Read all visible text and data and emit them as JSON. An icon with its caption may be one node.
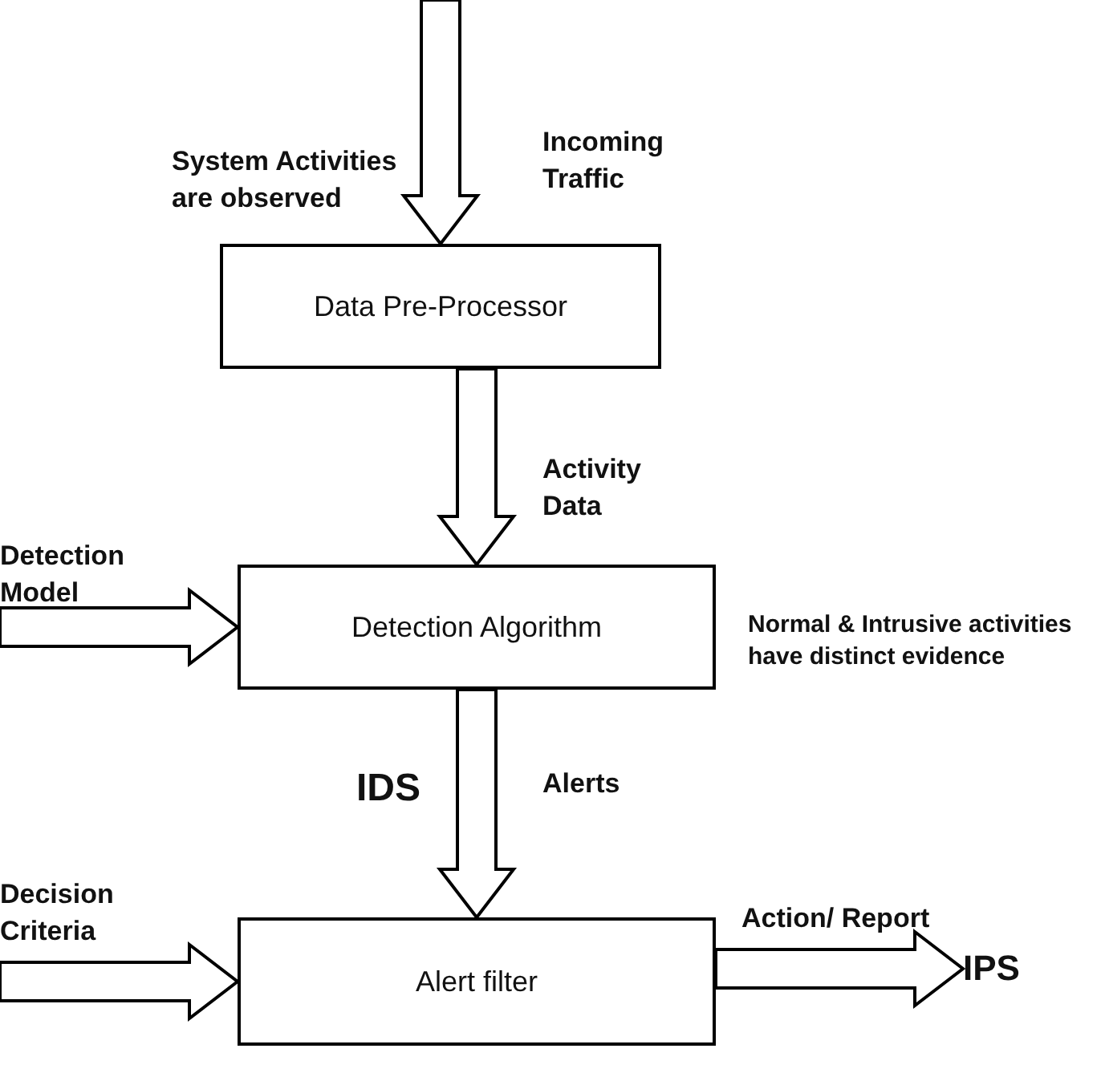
{
  "diagram": {
    "nodes": [
      {
        "text": [
          "Data Pre-Processor"
        ]
      },
      {
        "text": [
          "Detection Algorithm"
        ],
        "beside": [
          "Normal & Intrusive activities have distinct evidence"
        ]
      },
      {
        "text": [
          "Alert filter"
        ]
      },
      {
        "text": [
          "IPS"
        ]
      }
    ],
    "edges": [
      {
        "from": null,
        "to": 0,
        "arrow": "to",
        "label": "Incoming Traffic"
      },
      {
        "from": 0,
        "to": 1,
        "arrow": "to",
        "label": "Activity Data"
      },
      {
        "from": null,
        "to": 1,
        "arrow": "to",
        "label": "Detection Model"
      },
      {
        "from": 1,
        "to": 2,
        "arrow": "to",
        "label": "Alerts"
      },
      {
        "from": null,
        "to": 2,
        "arrow": "to",
        "label": "Decision Criteria"
      },
      {
        "from": 2,
        "to": 3,
        "arrow": "to",
        "label": "Action/ Report"
      }
    ],
    "labels": [
      "System Activities are observed",
      "IDS"
    ]
  }
}
